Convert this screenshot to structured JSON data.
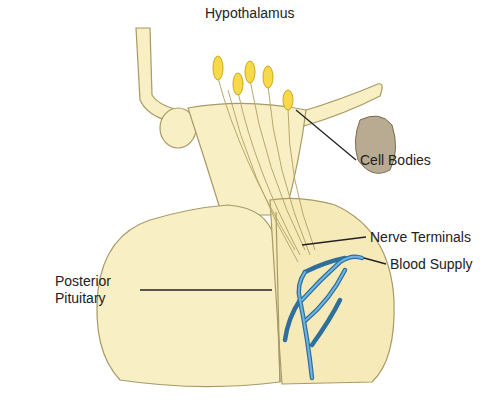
{
  "diagram": {
    "labels": [
      "Hypothalamus",
      "Cell Bodies",
      "Nerve Terminals",
      "Blood Supply",
      "Posterior Pituitary"
    ]
  }
}
